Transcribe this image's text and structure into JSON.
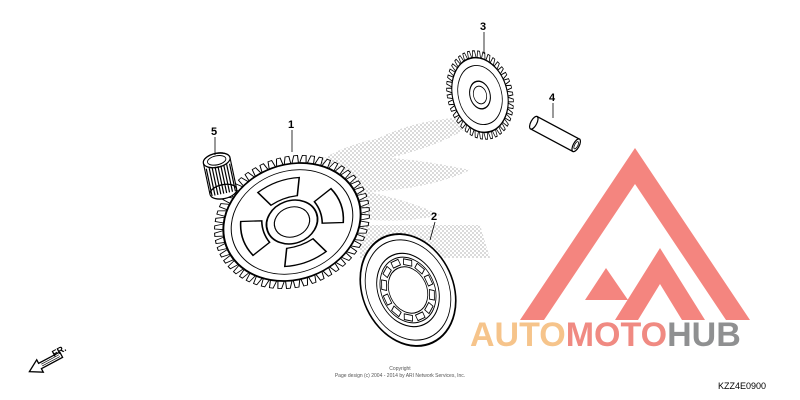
{
  "diagram": {
    "callouts": [
      {
        "id": "1",
        "label": "1"
      },
      {
        "id": "2",
        "label": "2"
      },
      {
        "id": "3",
        "label": "3"
      },
      {
        "id": "4",
        "label": "4"
      },
      {
        "id": "5",
        "label": "5"
      }
    ],
    "direction_label": "FR.",
    "copyright_line1": "Copyright",
    "copyright_line2": "Page design (c) 2004 - 2014 by ARI Network Services, Inc.",
    "diagram_code": "KZZ4E0900"
  },
  "watermark": {
    "part1": "AUTO",
    "part2": "MOTO",
    "part3": "HUB",
    "colors": {
      "auto": "#f6c48b",
      "moto": "#f08a82",
      "hub": "#8f9091",
      "logo": "#f26b63"
    }
  }
}
